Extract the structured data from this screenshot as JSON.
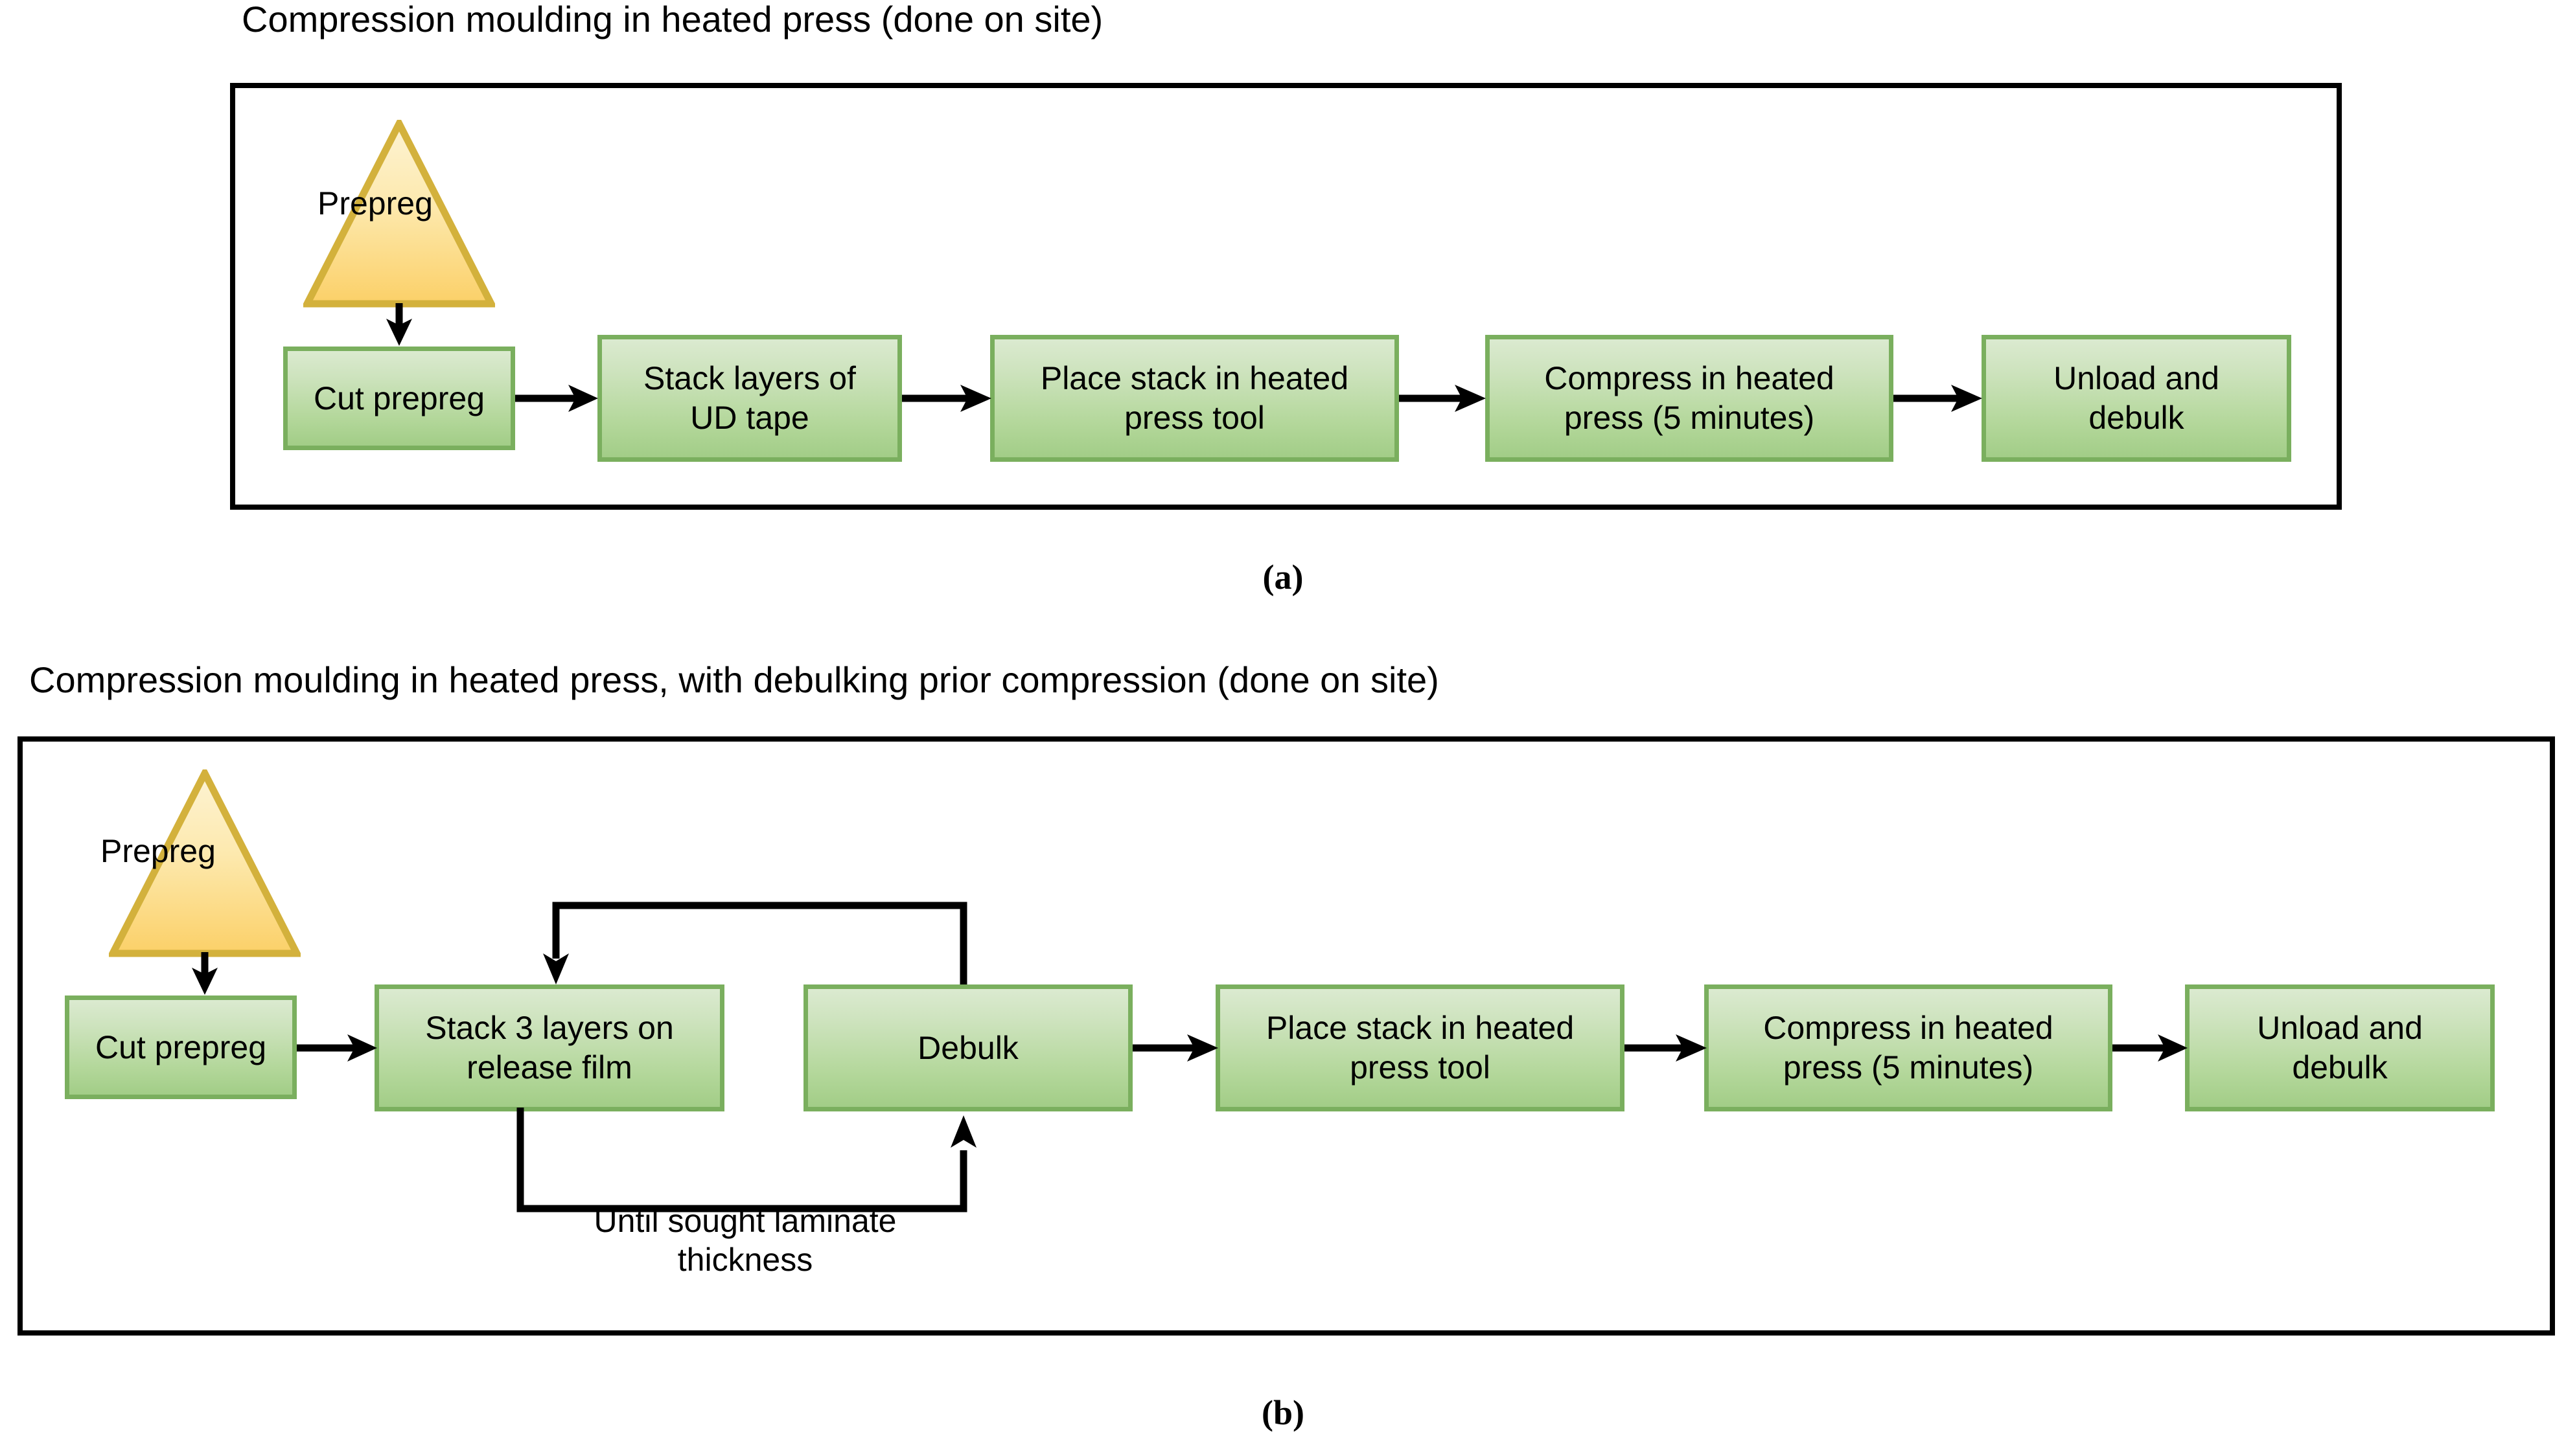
{
  "figure": {
    "panels": [
      {
        "id": "a",
        "title": "Compression moulding in heated press (done on site)",
        "caption_label": "(a)",
        "source_node": {
          "label": "Prepreg",
          "shape": "triangle"
        },
        "steps": [
          {
            "label": "Cut prepreg"
          },
          {
            "label_line1": "Stack layers of",
            "label_line2": "UD tape"
          },
          {
            "label_line1": "Place stack in heated",
            "label_line2": "press tool"
          },
          {
            "label_line1": "Compress in heated",
            "label_line2": "press (5 minutes)"
          },
          {
            "label_line1": "Unload and",
            "label_line2": "debulk"
          }
        ]
      },
      {
        "id": "b",
        "title": "Compression moulding in heated press, with debulking prior compression (done on site)",
        "caption_label": "(b)",
        "source_node": {
          "label": "Prepreg",
          "shape": "triangle"
        },
        "steps": [
          {
            "label": "Cut prepreg"
          },
          {
            "label_line1": "Stack 3 layers on",
            "label_line2": "release film"
          },
          {
            "label": "Debulk"
          },
          {
            "label_line1": "Place stack in heated",
            "label_line2": "press tool"
          },
          {
            "label_line1": "Compress in heated",
            "label_line2": "press (5 minutes)"
          },
          {
            "label_line1": "Unload and",
            "label_line2": "debulk"
          }
        ],
        "loop_note_line1": "Until sought laminate",
        "loop_note_line2": "thickness"
      }
    ],
    "colors": {
      "box_fill_top": "#dbead0",
      "box_fill_bottom": "#a2cd87",
      "box_border": "#7aaf5e",
      "triangle_fill_top": "#fdeebb",
      "triangle_fill_bottom": "#fbd46d",
      "triangle_border": "#d3b13c",
      "arrow": "#000000",
      "frame": "#000000",
      "background": "#ffffff"
    }
  }
}
